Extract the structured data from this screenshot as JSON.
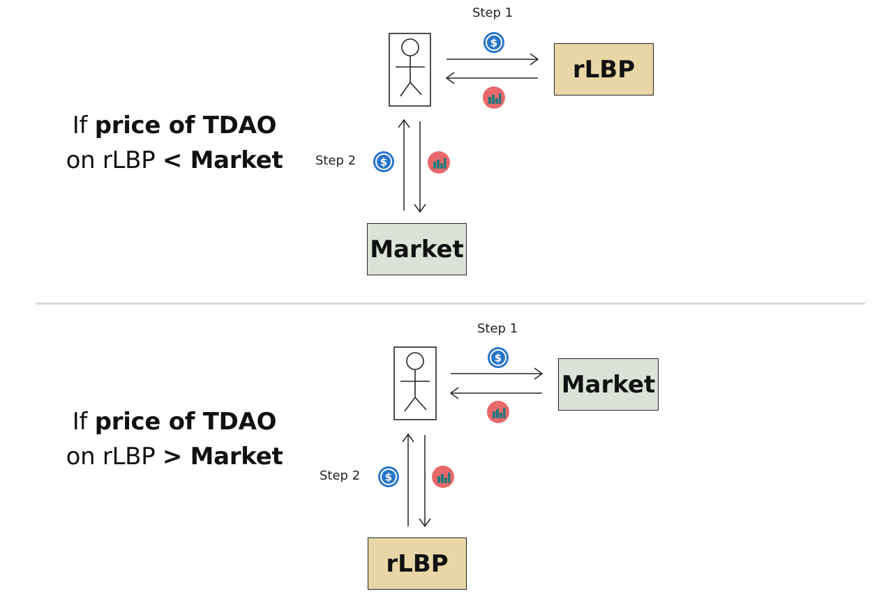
{
  "top": {
    "condition": {
      "line1_prefix": "If",
      "line1_bold": "price of TDAO",
      "line2_prefix": "on rLBP",
      "line2_bold": "< Market"
    },
    "step1": "Step 1",
    "step2": "Step 2",
    "right_box": "rLBP",
    "bottom_box": "Market"
  },
  "bottom": {
    "condition": {
      "line1_prefix": "If",
      "line1_bold": "price of TDAO",
      "line2_prefix": "on rLBP",
      "line2_bold": "> Market"
    },
    "step1": "Step 1",
    "step2": "Step 2",
    "right_box": "Market",
    "bottom_box": "rLBP"
  },
  "colors": {
    "rlbp_box": "#e9d6a6",
    "market_box": "#dbe3d9",
    "usdc_icon": "#2775ca",
    "tdao_icon": "#e8686a",
    "tdao_bars": "#1f7a7a"
  },
  "icons": [
    "stick-figure-icon",
    "usdc-coin-icon",
    "tdao-token-icon",
    "arrow-icon"
  ]
}
